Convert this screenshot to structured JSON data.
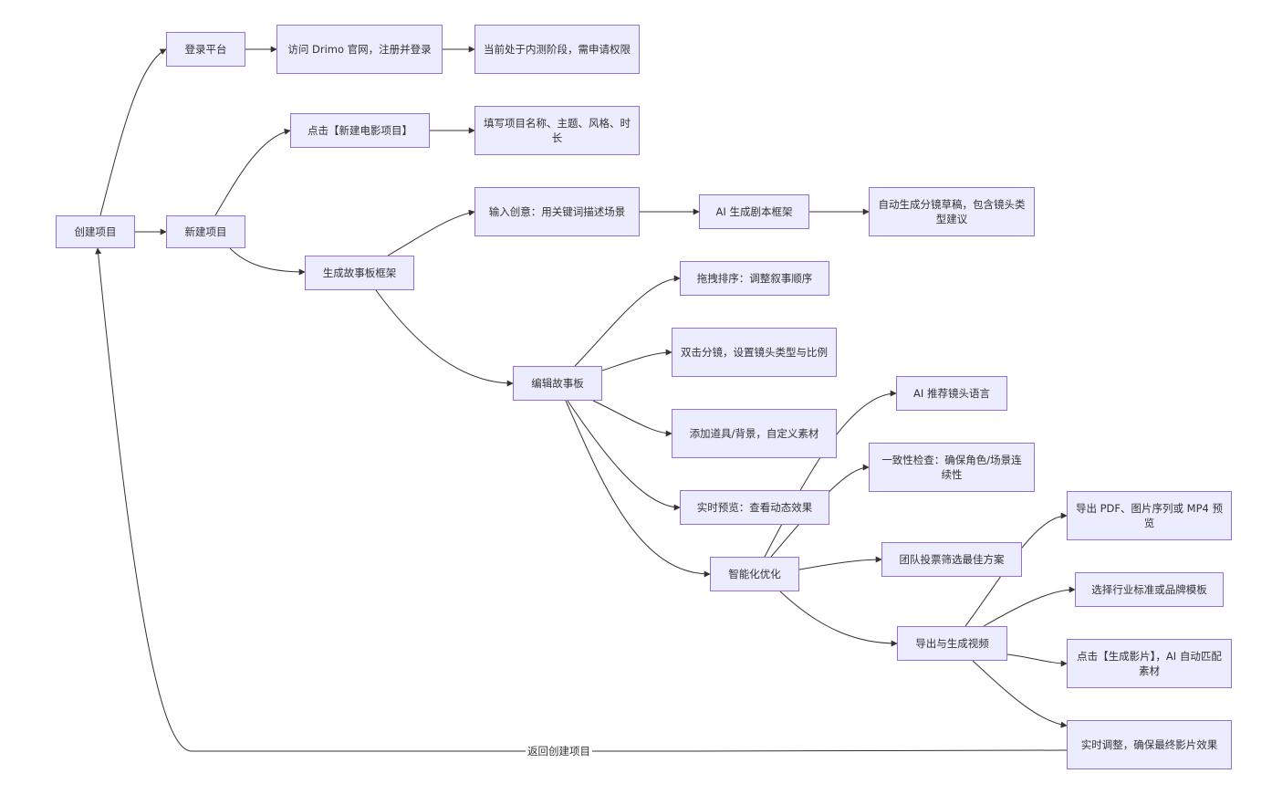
{
  "nodes": {
    "n1": "创建项目",
    "n2": "登录平台",
    "n3": "访问 Drimo 官网，注册并登录",
    "n4": "当前处于内测阶段，需申请权限",
    "n5": "新建项目",
    "n6": "点击【新建电影项目】",
    "n7": "填写项目名称、主题、风格、时长",
    "n8": "生成故事板框架",
    "n9": "输入创意：用关键词描述场景",
    "n10": "AI 生成剧本框架",
    "n11": "自动生成分镜草稿，包含镜头类型建议",
    "n12": "编辑故事板",
    "n13": "拖拽排序：调整叙事顺序",
    "n14": "双击分镜，设置镜头类型与比例",
    "n15": "添加道具/背景，自定义素材",
    "n16": "实时预览：查看动态效果",
    "n17": "智能化优化",
    "n18": "AI 推荐镜头语言",
    "n19": "一致性检查：确保角色/场景连续性",
    "n20": "团队投票筛选最佳方案",
    "n21": "导出与生成视频",
    "n22": "导出 PDF、图片序列或 MP4 预览",
    "n23": "选择行业标准或品牌模板",
    "n24": "点击【生成影片】，AI 自动匹配素材",
    "n25": "实时调整，确保最终影片效果"
  },
  "edge_labels": {
    "back": "返回创建项目"
  },
  "colors": {
    "node_fill": "#ECECFF",
    "node_stroke": "#9370DB",
    "edge": "#333333",
    "text": "#333333"
  }
}
